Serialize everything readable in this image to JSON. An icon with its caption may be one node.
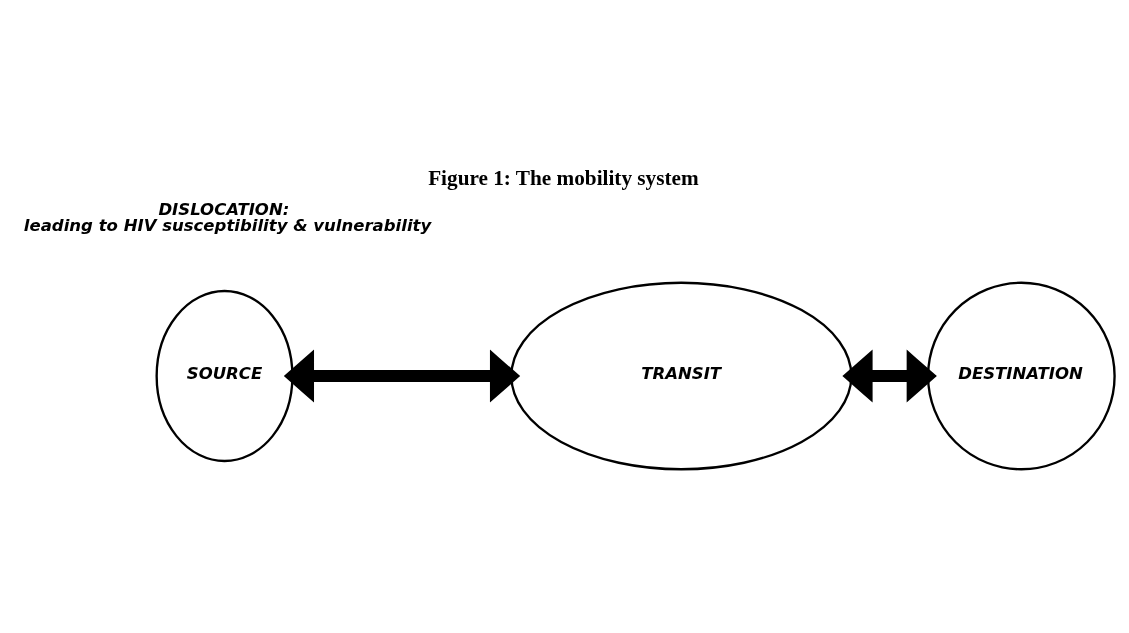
{
  "diagram": {
    "title": "Figure 1: The mobility system",
    "nodes": [
      {
        "text": [
          "SOURCE"
        ]
      },
      {
        "text": [
          "TRANSIT"
        ]
      },
      {
        "text": [
          "DESTINATION"
        ]
      }
    ],
    "edges": [
      {
        "from": 0,
        "to": 1,
        "arrow": "both"
      },
      {
        "from": 1,
        "to": 2,
        "arrow": "both"
      }
    ],
    "labels": [
      "DISLOCATION: leading to HIV susceptibility & vulnerability"
    ]
  }
}
